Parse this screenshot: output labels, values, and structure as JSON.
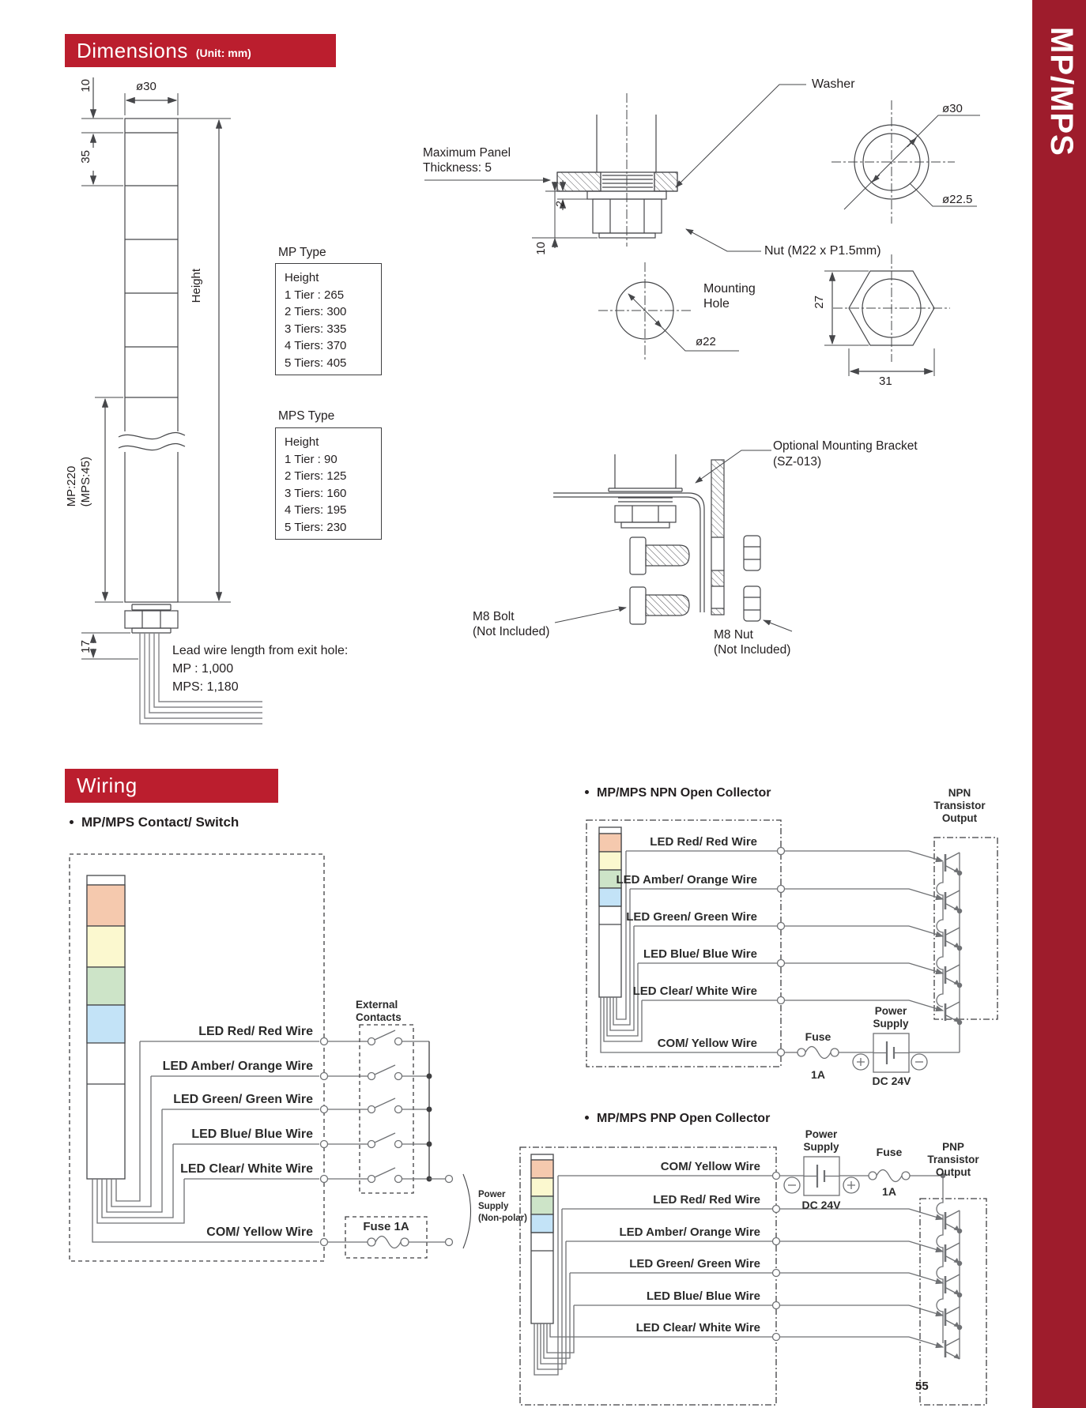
{
  "page": {
    "number": "55",
    "tab": "MP/MPS"
  },
  "colors": {
    "header_red": "#bb1e2e",
    "band_red": "#9e1c2c",
    "tier_red": "#f5c9ae",
    "tier_yellow": "#fbf8cf",
    "tier_green": "#cde4c8",
    "tier_blue": "#c3e3f7"
  },
  "dimensions": {
    "title": "Dimensions",
    "unit": "(Unit: mm)",
    "tower": {
      "dia": "ø30",
      "cap": "10",
      "tier": "35",
      "height": "Height",
      "body": "MP:220",
      "body_alt": "(MPS:45)",
      "base": "17",
      "lead_1": "Lead wire length from exit hole:",
      "lead_2": "MP : 1,000",
      "lead_3": "MPS: 1,180"
    },
    "mp_table": {
      "title": "MP Type",
      "rows": [
        "Height",
        "1 Tier : 265",
        "2 Tiers: 300",
        "3 Tiers: 335",
        "4 Tiers: 370",
        "5 Tiers: 405"
      ]
    },
    "mps_table": {
      "title": "MPS Type",
      "rows": [
        "Height",
        "1 Tier : 90",
        "2 Tiers: 125",
        "3 Tiers: 160",
        "4 Tiers: 195",
        "5 Tiers: 230"
      ]
    },
    "panel": {
      "max_1": "Maximum Panel",
      "max_2": "Thickness: 5",
      "washer": "Washer",
      "dia_outer": "ø30",
      "dia_inner": "ø22.5",
      "nut": "Nut (M22 x P1.5mm)",
      "washer_thk": "2",
      "nut_depth": "10",
      "hole_1": "Mounting",
      "hole_2": "Hole",
      "hole_dia": "ø22",
      "across_flats": "27",
      "across_corners": "31"
    },
    "bracket": {
      "name": "Optional Mounting Bracket",
      "code": "(SZ-013)",
      "bolt": "M8 Bolt",
      "bolt_note": "(Not Included)",
      "nut": "M8 Nut",
      "nut_note": "(Not Included)"
    }
  },
  "wiring": {
    "title": "Wiring",
    "contact": {
      "title": "MP/MPS Contact/ Switch",
      "wires": [
        "LED Red/ Red Wire",
        "LED Amber/ Orange Wire",
        "LED Green/ Green Wire",
        "LED Blue/ Blue Wire",
        "LED Clear/ White Wire",
        "COM/ Yellow Wire"
      ],
      "ext_1": "External",
      "ext_2": "Contacts",
      "fuse": "Fuse 1A",
      "ps_1": "Power",
      "ps_2": "Supply",
      "ps_3": "(Non-polar)"
    },
    "npn": {
      "title": "MP/MPS NPN Open Collector",
      "out_1": "NPN",
      "out_2": "Transistor",
      "out_3": "Output",
      "wires": [
        "LED Red/ Red Wire",
        "LED Amber/ Orange Wire",
        "LED Green/ Green Wire",
        "LED Blue/ Blue Wire",
        "LED Clear/ White Wire",
        "COM/ Yellow Wire"
      ],
      "fuse": "Fuse",
      "fuse_rating": "1A",
      "ps_1": "Power",
      "ps_2": "Supply",
      "dc": "DC 24V"
    },
    "pnp": {
      "title": "MP/MPS PNP Open Collector",
      "out_1": "PNP",
      "out_2": "Transistor",
      "out_3": "Output",
      "wires": [
        "COM/ Yellow Wire",
        "LED Red/ Red Wire",
        "LED Amber/ Orange Wire",
        "LED Green/ Green Wire",
        "LED Blue/ Blue Wire",
        "LED Clear/ White Wire"
      ],
      "fuse": "Fuse",
      "fuse_rating": "1A",
      "ps_1": "Power",
      "ps_2": "Supply",
      "dc": "DC 24V"
    }
  }
}
